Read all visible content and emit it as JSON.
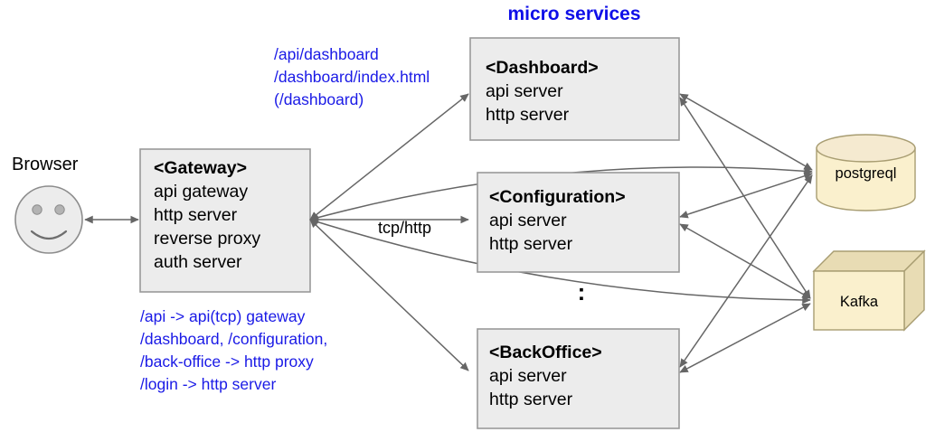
{
  "diagram": {
    "title": "micro services",
    "title_color": "#0f0fe8",
    "note_color": "#1a1ae6",
    "box_fill": "#ececec",
    "store_fill": "#faf0cd",
    "edge_color": "#666666"
  },
  "client": {
    "label": "Browser",
    "icon": "smiley-face-icon"
  },
  "gateway": {
    "name": "<Gateway>",
    "roles": [
      "api gateway",
      "http server",
      "reverse proxy",
      "auth server"
    ],
    "routing_note": [
      "/api -> api(tcp) gateway",
      "/dashboard, /configuration,",
      "/back-office -> http proxy",
      "/login -> http server"
    ]
  },
  "dashboard_note": [
    "/api/dashboard",
    "/dashboard/index.html",
    "(/dashboard)"
  ],
  "services": [
    {
      "name": "<Dashboard>",
      "roles": [
        "api server",
        "http server"
      ]
    },
    {
      "name": "<Configuration>",
      "roles": [
        "api server",
        "http server"
      ]
    },
    {
      "name": "<BackOffice>",
      "roles": [
        "api server",
        "http server"
      ]
    }
  ],
  "services_ellipsis": ":",
  "edges": {
    "gateway_to_service_label": "tcp/http"
  },
  "datastores": [
    {
      "name": "postgreql",
      "shape": "cylinder"
    },
    {
      "name": "Kafka",
      "shape": "cube"
    }
  ]
}
